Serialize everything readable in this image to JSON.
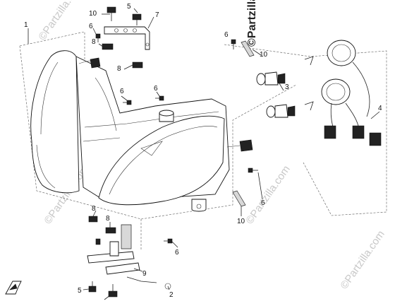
{
  "watermarks": [
    {
      "text": "©Partzilla.com"
    },
    {
      "text": "©Partzilla.com"
    },
    {
      "text": "©Partzilla.com"
    },
    {
      "text": "©Partzilla.com"
    },
    {
      "text": "©Partzilla.com"
    }
  ],
  "callouts": {
    "c1": "1",
    "c2": "2",
    "c3": "3",
    "c4": "4",
    "c5a": "5",
    "c5b": "5",
    "c6a": "6",
    "c6b": "6",
    "c6c": "6",
    "c6d": "6",
    "c6e": "6",
    "c6f": "6",
    "c7": "7",
    "c8a": "8",
    "c8b": "8",
    "c8c": "8",
    "c8d": "8",
    "c9": "9",
    "c10a": "10",
    "c10b": "10",
    "c10c": "10"
  },
  "colors": {
    "line": "#222222",
    "watermark": "#c8c8c8"
  },
  "icons": {
    "front_arrow": "front-direction-arrow-icon"
  }
}
